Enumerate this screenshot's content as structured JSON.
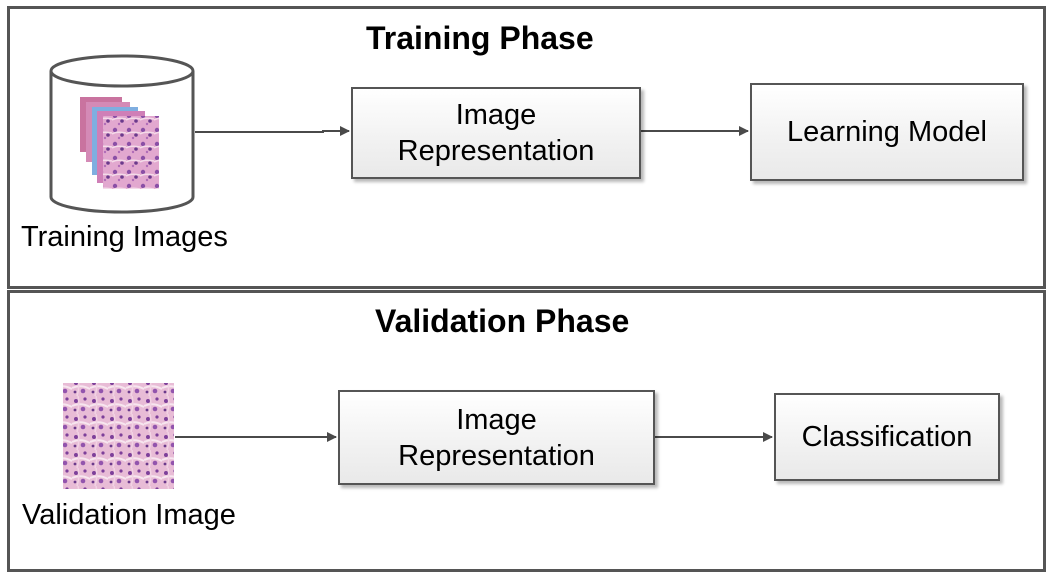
{
  "training": {
    "title": "Training Phase",
    "source_label": "Training Images",
    "representation_line1": "Image",
    "representation_line2": "Representation",
    "model_label": "Learning Model"
  },
  "validation": {
    "title": "Validation Phase",
    "source_label": "Validation Image",
    "representation_line1": "Image",
    "representation_line2": "Representation",
    "output_label": "Classification"
  },
  "colors": {
    "border": "#555555",
    "arrow": "#4a4a4a",
    "tissue_pink": "#d98fc0",
    "tissue_purple": "#8a4fa6",
    "tissue_blue": "#3d6fb5"
  },
  "icons": {
    "training_source": "cylinder-database-icon",
    "validation_source": "histology-image-thumbnail"
  }
}
